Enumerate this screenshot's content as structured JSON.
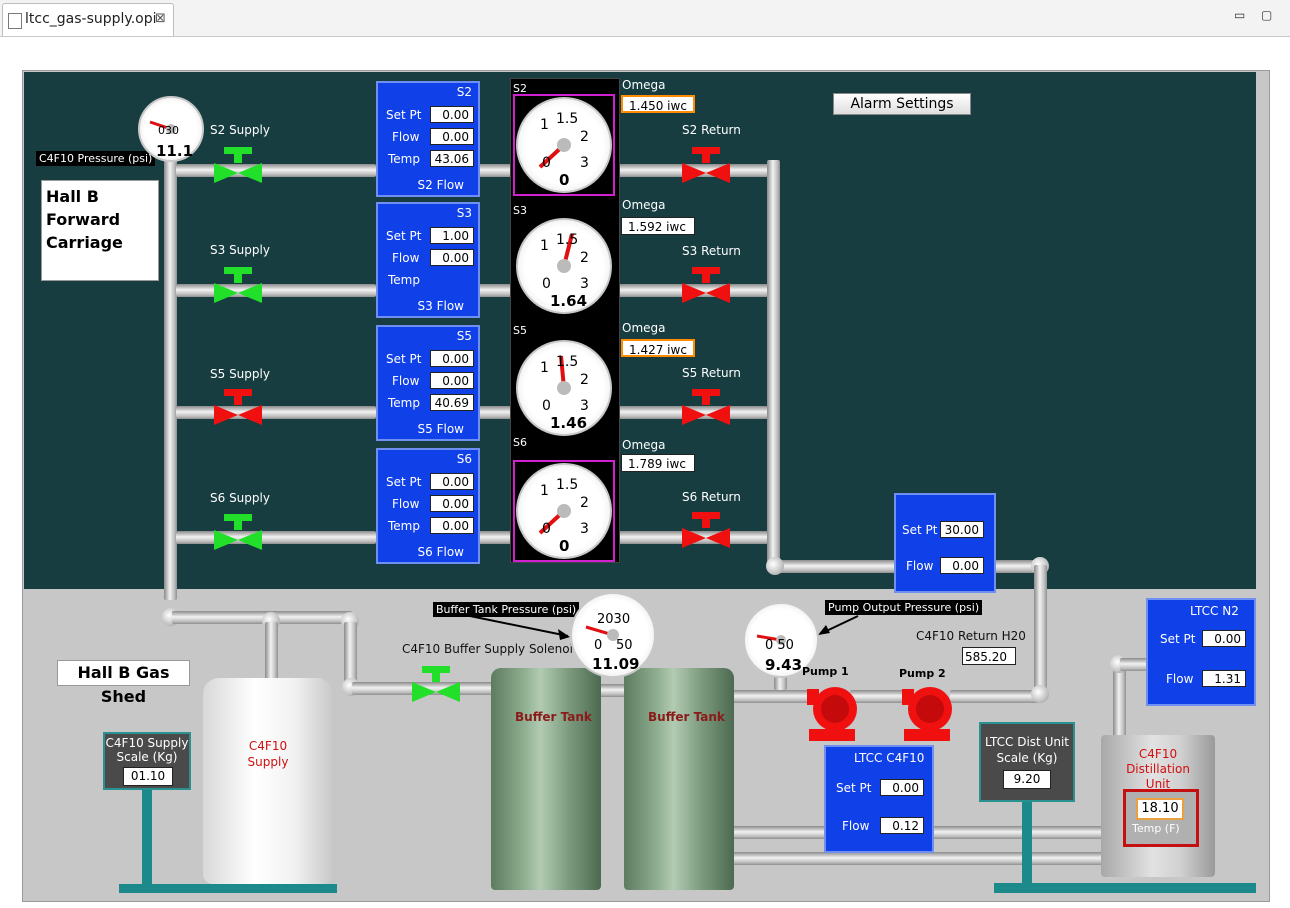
{
  "tab": {
    "title": "ltcc_gas-supply.opi",
    "close": "⊠"
  },
  "window_controls": {
    "minimize": "▭",
    "maximize": "▢"
  },
  "panel": {
    "title_lines": [
      "Hall B",
      "Forward",
      "Carriage"
    ],
    "c4f10_pressure": {
      "label": "C4F10 Pressure (psi)",
      "value": "11.1",
      "scale_label": "030"
    },
    "alarm_button": "Alarm Settings",
    "supply_labels": [
      "S2 Supply",
      "S3 Supply",
      "S5 Supply",
      "S6 Supply"
    ],
    "return_labels": [
      "S2 Return",
      "S3 Return",
      "S5 Return",
      "S6 Return"
    ],
    "sectors": [
      {
        "name": "S2",
        "setpt_label": "Set Pt",
        "flow_label": "Flow",
        "temp_label": "Temp",
        "setpt": "0.00",
        "flow": "0.00",
        "temp": "43.06",
        "footer": "S2 Flow",
        "gauge_label": "S2",
        "gauge_value": "0",
        "omega_label": "Omega",
        "omega": "1.450 iwc"
      },
      {
        "name": "S3",
        "setpt_label": "Set Pt",
        "flow_label": "Flow",
        "temp_label": "Temp",
        "setpt": "1.00",
        "flow": "0.00",
        "temp": "",
        "footer": "S3 Flow",
        "gauge_label": "S3",
        "gauge_value": "1.64",
        "omega_label": "Omega",
        "omega": "1.592 iwc"
      },
      {
        "name": "S5",
        "setpt_label": "Set Pt",
        "flow_label": "Flow",
        "temp_label": "Temp",
        "setpt": "0.00",
        "flow": "0.00",
        "temp": "40.69",
        "footer": "S5 Flow",
        "gauge_label": "S5",
        "gauge_value": "1.46",
        "omega_label": "Omega",
        "omega": "1.427 iwc"
      },
      {
        "name": "S6",
        "setpt_label": "Set Pt",
        "flow_label": "Flow",
        "temp_label": "Temp",
        "setpt": "0.00",
        "flow": "0.00",
        "temp": "0.00",
        "footer": "S6 Flow",
        "gauge_label": "S6",
        "gauge_value": "0",
        "omega_label": "Omega",
        "omega": "1.789 iwc"
      }
    ],
    "gauge_scale": {
      "t0": "0",
      "t1": "1",
      "t15": "1.5",
      "t2": "2",
      "t3": "3"
    },
    "return_flow": {
      "setpt_label": "Set Pt",
      "setpt": "30.00",
      "flow_label": "Flow",
      "flow": "0.00"
    },
    "gas_shed": {
      "title": "Hall B Gas Shed",
      "buffer_pressure": {
        "label": "Buffer Tank Pressure (psi)",
        "value": "11.09",
        "scale_top": "2030",
        "scale_left": "0",
        "scale_right": "50"
      },
      "pump_pressure": {
        "label": "Pump Output Pressure (psi)",
        "value": "9.43",
        "scale": "0 50"
      },
      "solenoid_label": "C4F10 Buffer Supply Solenoid",
      "buffer_tank_labels": [
        "Buffer Tank",
        "Buffer Tank"
      ],
      "supply_tank": "C4F10\nSupply",
      "supply_scale": {
        "label": "C4F10 Supply\nScale (Kg)",
        "value": "01.10"
      },
      "pump1": "Pump 1",
      "pump2": "Pump 2",
      "return_h2o": {
        "label": "C4F10 Return H20",
        "value": "585.20"
      },
      "ltcc_c4f10": {
        "title": "LTCC C4F10",
        "setpt_label": "Set Pt",
        "setpt": "0.00",
        "flow_label": "Flow",
        "flow": "0.12"
      },
      "dist_scale": {
        "label": "LTCC Dist Unit\nScale (Kg)",
        "value": "9.20"
      },
      "ltcc_n2": {
        "title": "LTCC N2",
        "setpt_label": "Set Pt",
        "setpt": "0.00",
        "flow_label": "Flow",
        "flow": "1.31"
      },
      "distillation": {
        "label": "C4F10 Distillation\nUnit",
        "temp": "18.10",
        "temp_label": "Temp (F)"
      }
    }
  },
  "colors": {
    "valve_open": "#22e02a",
    "valve_closed": "#f01010",
    "panel_blue": "#1040e8",
    "dark_bg": "#173d41",
    "highlight_orange": "#ff8c00",
    "gauge_border_magenta": "#d020d0"
  }
}
